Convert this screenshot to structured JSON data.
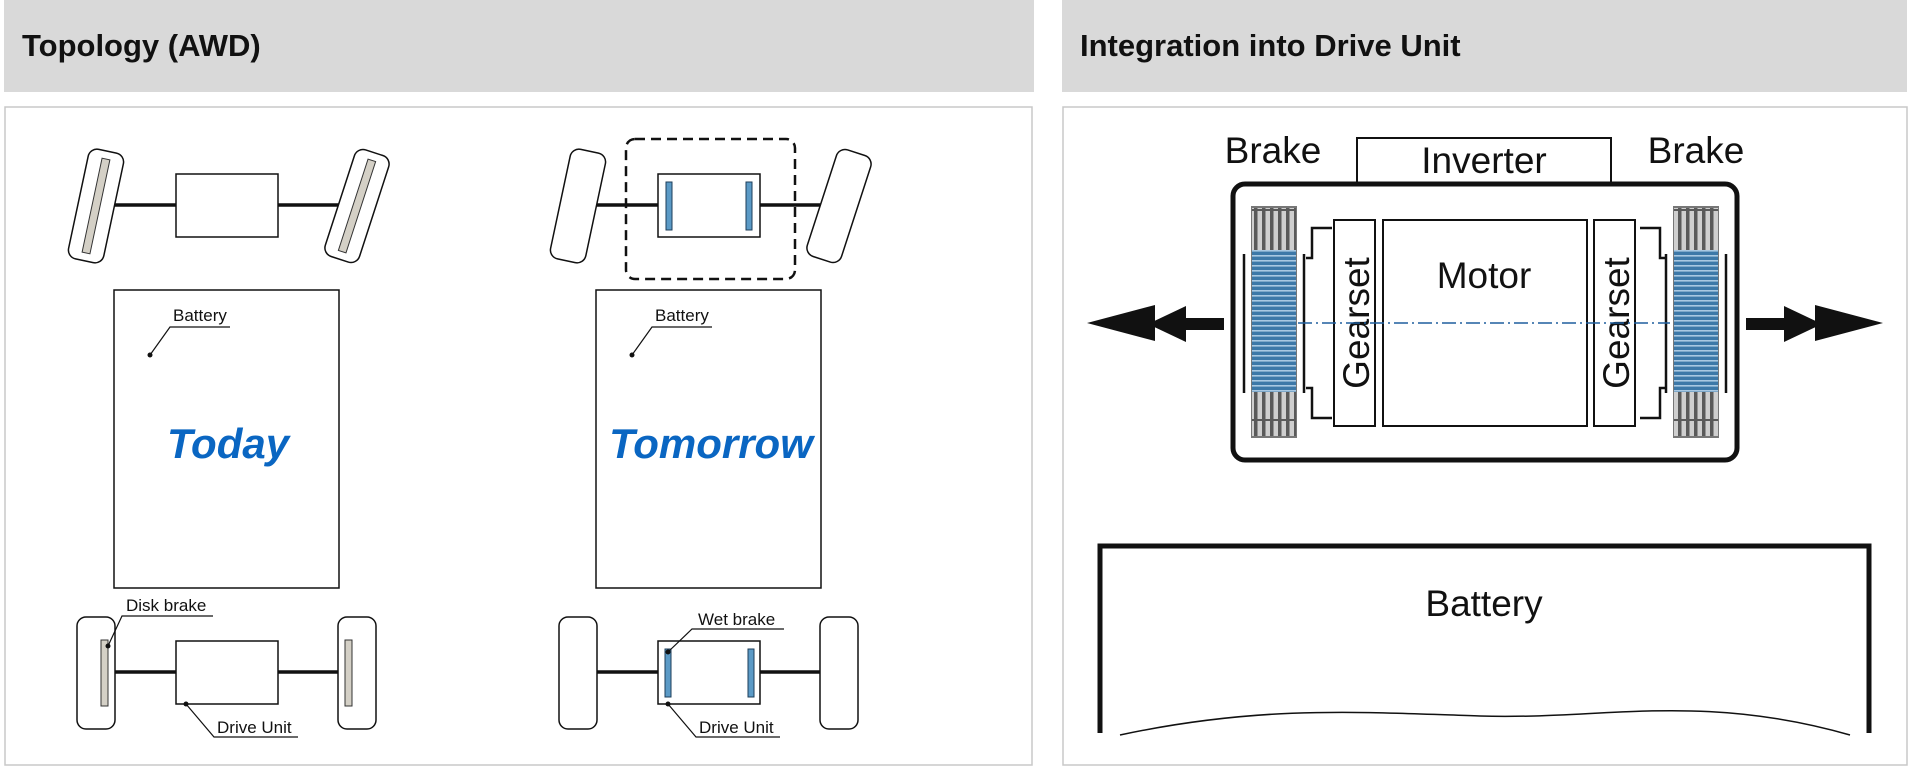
{
  "headers": {
    "left": "Topology (AWD)",
    "right": "Integration into Drive Unit"
  },
  "topology": {
    "today": {
      "title": "Today",
      "battery_label": "Battery",
      "brake_label": "Disk brake",
      "drive_unit_label": "Drive Unit"
    },
    "tomorrow": {
      "title": "Tomorrow",
      "battery_label": "Battery",
      "brake_label": "Wet brake",
      "drive_unit_label": "Drive Unit"
    }
  },
  "drive_unit": {
    "inverter": "Inverter",
    "motor": "Motor",
    "gearset_left": "Gearset",
    "gearset_right": "Gearset",
    "brake_left": "Brake",
    "brake_right": "Brake",
    "battery": "Battery"
  },
  "colors": {
    "accent_blue": "#0a66c2",
    "brake_blue": "#5b9ac6",
    "disk_grey": "#d4d0c6",
    "header_bg": "#d9d9d9"
  }
}
